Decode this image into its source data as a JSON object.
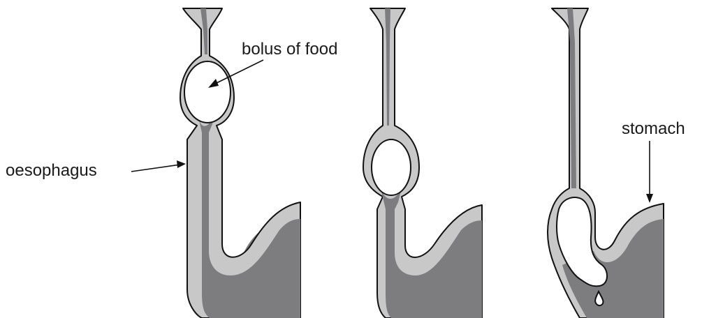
{
  "labels": {
    "bolus": "bolus of food",
    "oesophagus": "oesophagus",
    "stomach": "stomach"
  },
  "colors": {
    "wall": "#c8c8c8",
    "lumen": "#7d7d80",
    "outline": "#111111",
    "bolus": "#ffffff",
    "background": "#ffffff"
  },
  "stages": [
    {
      "stage": 1,
      "bolus_position": "upper oesophagus"
    },
    {
      "stage": 2,
      "bolus_position": "lower oesophagus"
    },
    {
      "stage": 3,
      "bolus_position": "entering stomach"
    }
  ]
}
